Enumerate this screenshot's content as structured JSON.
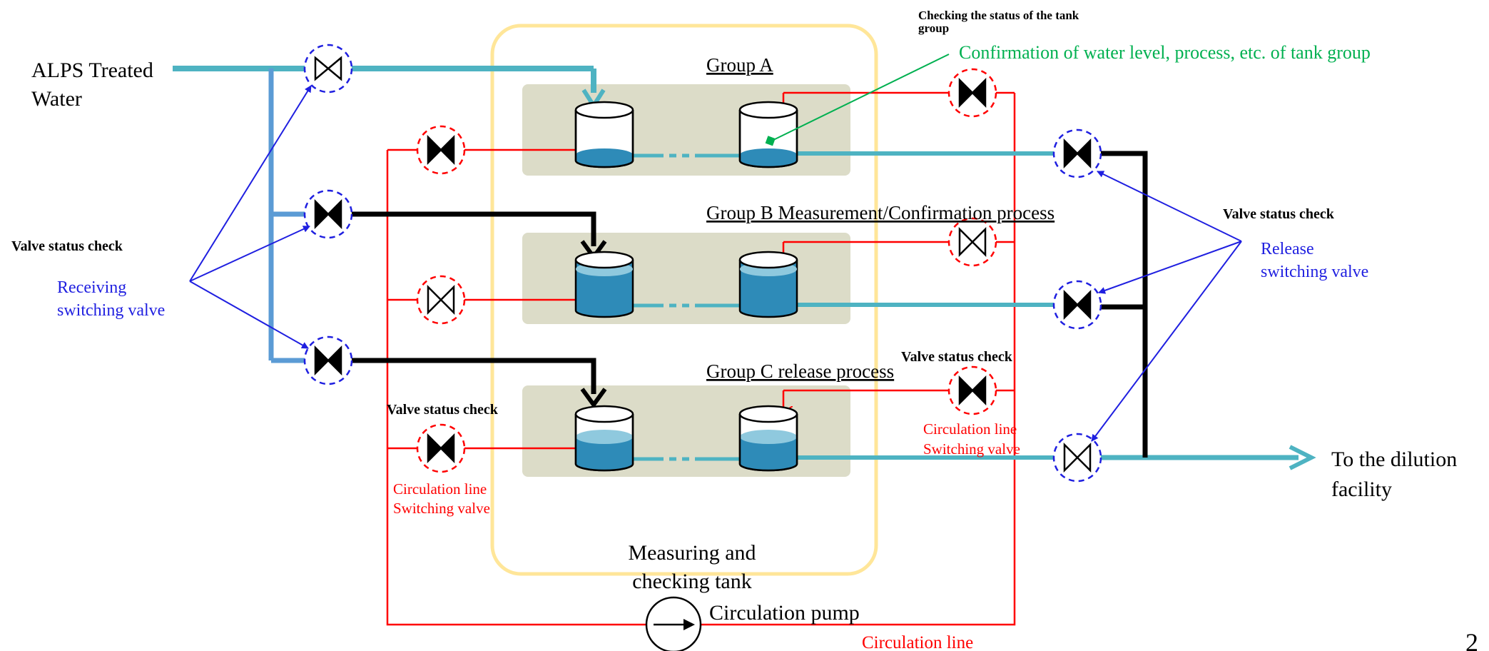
{
  "inlet": {
    "line1": "ALPS Treated",
    "line2": "Water"
  },
  "outlet": {
    "line1": "To the dilution",
    "line2": "facility"
  },
  "groups": {
    "a": {
      "title": "Group A"
    },
    "b": {
      "title": "Group B Measurement/Confirmation process"
    },
    "c": {
      "title": "Group C release process"
    }
  },
  "tank_area": {
    "line1": "Measuring and",
    "line2": "checking tank"
  },
  "tank_status": {
    "heading_line1": "Checking the status of the tank",
    "heading_line2": "group",
    "description": "Confirmation of water level, process, etc. of tank group"
  },
  "receiving": {
    "heading": "Valve status check",
    "line1": "Receiving",
    "line2": "switching valve"
  },
  "release": {
    "heading": "Valve status check",
    "line1": "Release",
    "line2": "switching valve"
  },
  "circulation_left": {
    "heading": "Valve status check",
    "line1": "Circulation line",
    "line2": "Switching valve"
  },
  "circulation_right": {
    "heading": "Valve status check",
    "line1": "Circulation line",
    "line2": "Switching valve"
  },
  "pump": {
    "label": "Circulation pump"
  },
  "circulation_line": {
    "label": "Circulation line"
  },
  "page_number": "2",
  "colors": {
    "treated_line": "#4eb3c2",
    "receiving_header": "#5b9bd5",
    "black_pipe": "#000000",
    "circulation": "#ff0000",
    "annotation_blue": "#1f1fe0",
    "annotation_green": "#00b050",
    "group_panel": "#dcdcc8",
    "tank_area_border": "#ffe699",
    "water": "#2e8bb8",
    "water_top": "#8fc9de"
  },
  "valve_states": {
    "receiving": [
      "open",
      "closed",
      "closed"
    ],
    "release": [
      "closed",
      "closed",
      "open"
    ],
    "circulation_left": [
      "closed",
      "open",
      "closed"
    ],
    "circulation_right": [
      "closed",
      "open",
      "closed"
    ]
  }
}
